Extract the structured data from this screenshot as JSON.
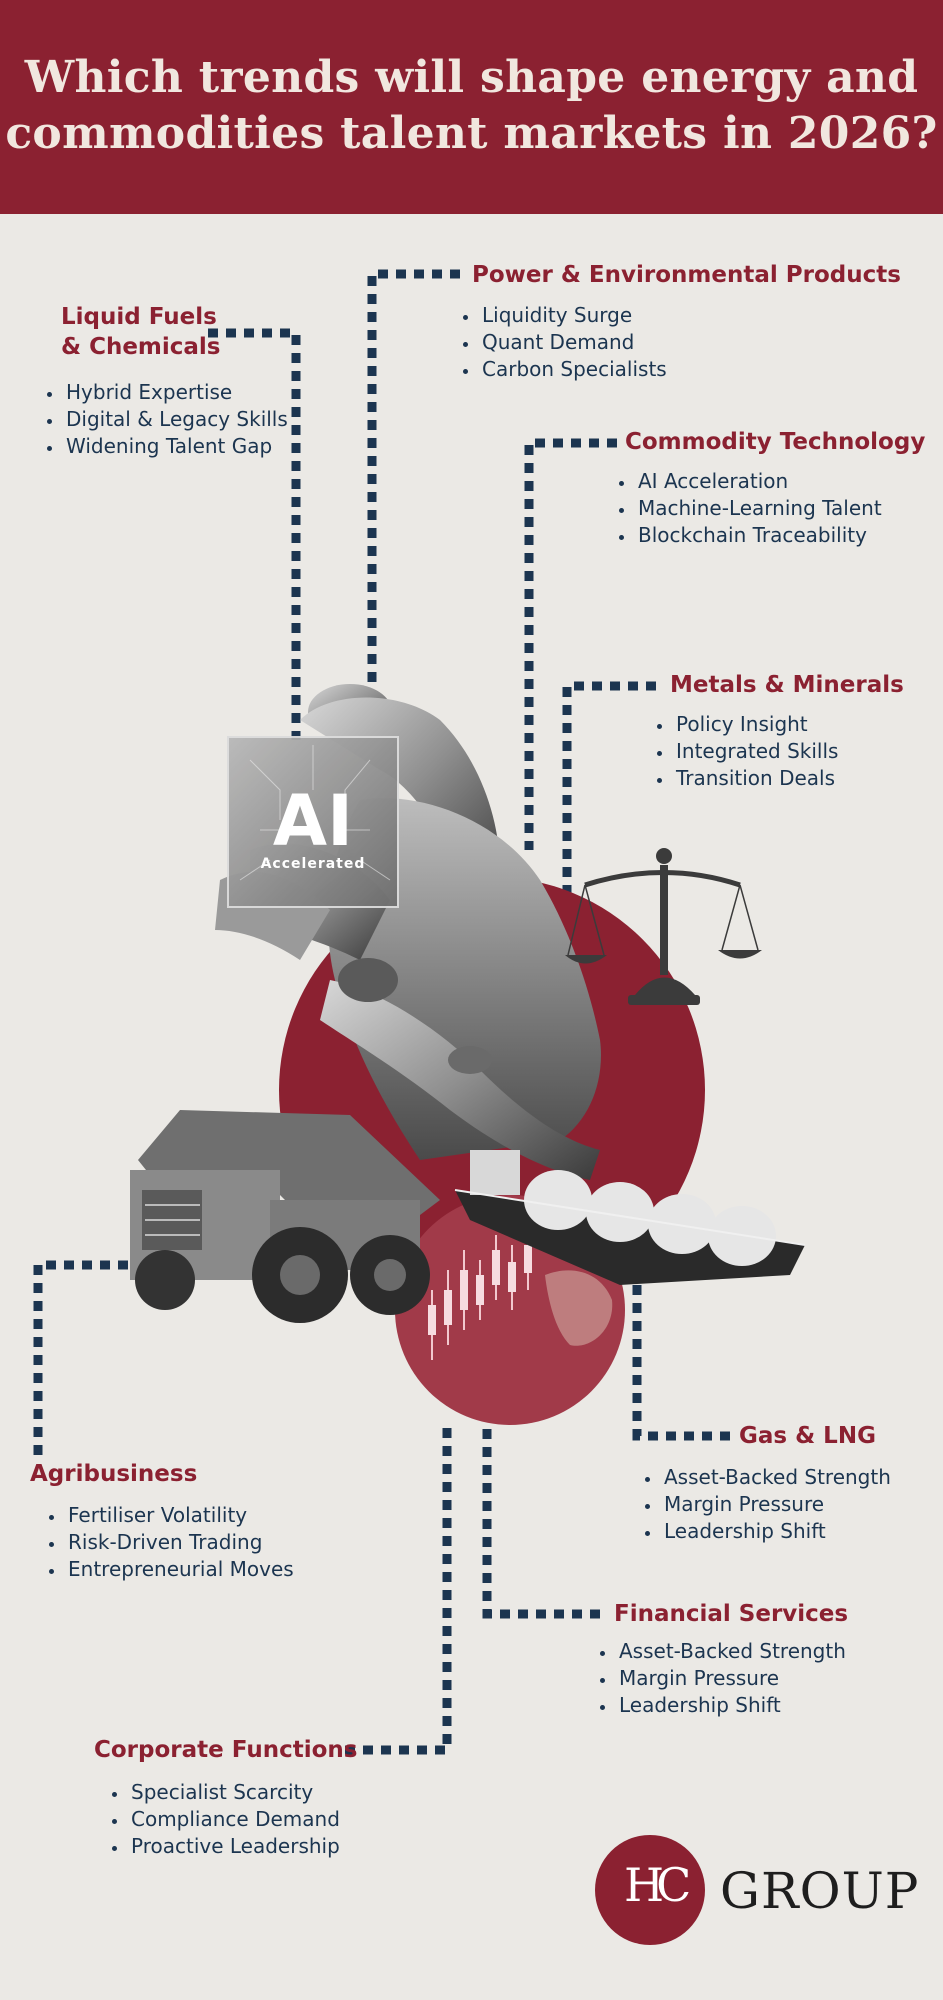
{
  "header": {
    "title_line1": "Which trends will shape energy and",
    "title_line2": "commodities talent markets in 2026?"
  },
  "colors": {
    "brand": "#8b2131",
    "navy": "#1c3550",
    "background": "#ebe9e5"
  },
  "sections": {
    "liquid_fuels": {
      "title_line1": "Liquid Fuels",
      "title_line2": "& Chemicals",
      "items": [
        "Hybrid Expertise",
        "Digital & Legacy Skills",
        "Widening Talent Gap"
      ]
    },
    "power": {
      "title": "Power & Environmental Products",
      "items": [
        "Liquidity Surge",
        "Quant Demand",
        "Carbon Specialists"
      ]
    },
    "commodity_tech": {
      "title": "Commodity Technology",
      "items": [
        "AI Acceleration",
        "Machine-Learning Talent",
        "Blockchain Traceability"
      ]
    },
    "metals": {
      "title": "Metals & Minerals",
      "items": [
        "Policy Insight",
        "Integrated Skills",
        "Transition Deals"
      ]
    },
    "gas_lng": {
      "title": "Gas & LNG",
      "items": [
        "Asset-Backed Strength",
        "Margin Pressure",
        "Leadership Shift"
      ]
    },
    "agribusiness": {
      "title": "Agribusiness",
      "items": [
        "Fertiliser Volatility",
        "Risk-Driven Trading",
        "Entrepreneurial Moves"
      ]
    },
    "financial": {
      "title": "Financial Services",
      "items": [
        "Asset-Backed Strength",
        "Margin Pressure",
        "Leadership Shift"
      ]
    },
    "corporate": {
      "title": "Corporate Functions",
      "items": [
        "Specialist Scarcity",
        "Compliance Demand",
        "Proactive Leadership"
      ]
    }
  },
  "illustration": {
    "ai_chip_text": "AI",
    "ai_chip_subtext": "Accelerated"
  },
  "logo": {
    "monogram": "HC",
    "wordmark": "GROUP"
  }
}
